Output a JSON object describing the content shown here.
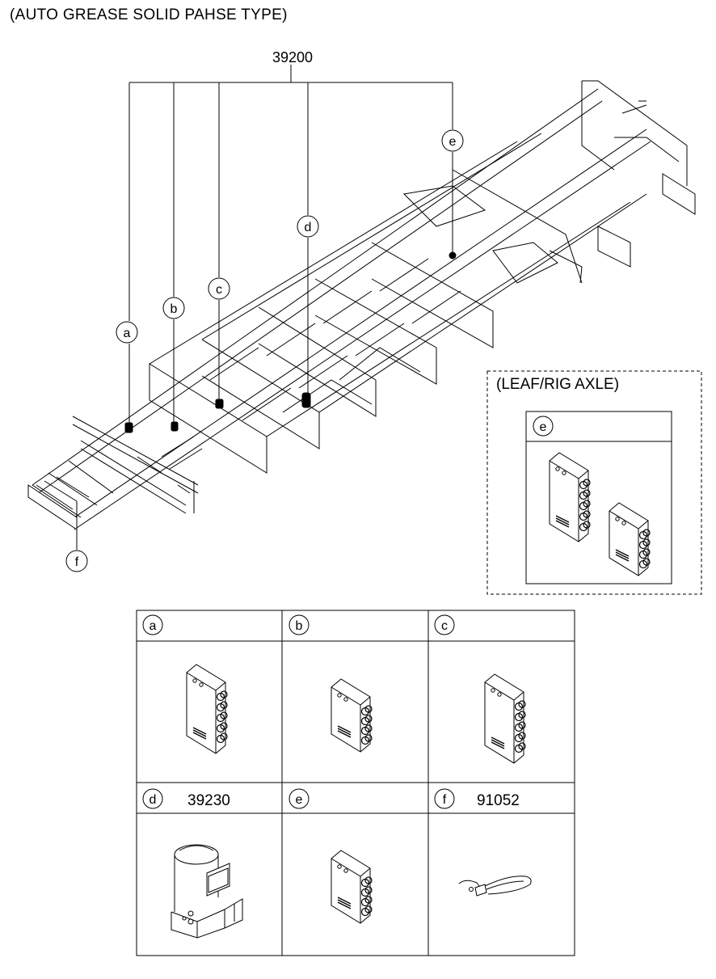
{
  "title": "(AUTO GREASE SOLID PAHSE TYPE)",
  "assembly_part_number": "39200",
  "callouts": {
    "a": "a",
    "b": "b",
    "c": "c",
    "d": "d",
    "e": "e",
    "f": "f"
  },
  "inset": {
    "title": "(LEAF/RIG AXLE)",
    "letter": "e"
  },
  "table": {
    "cells": [
      {
        "letter": "a",
        "part_number": ""
      },
      {
        "letter": "b",
        "part_number": ""
      },
      {
        "letter": "c",
        "part_number": ""
      },
      {
        "letter": "d",
        "part_number": "39230"
      },
      {
        "letter": "e",
        "part_number": ""
      },
      {
        "letter": "f",
        "part_number": "91052"
      }
    ]
  },
  "icons": [
    "chassis-frame-drawing",
    "lubrication-block-icon",
    "grease-pump-icon",
    "cable-tie-icon"
  ]
}
